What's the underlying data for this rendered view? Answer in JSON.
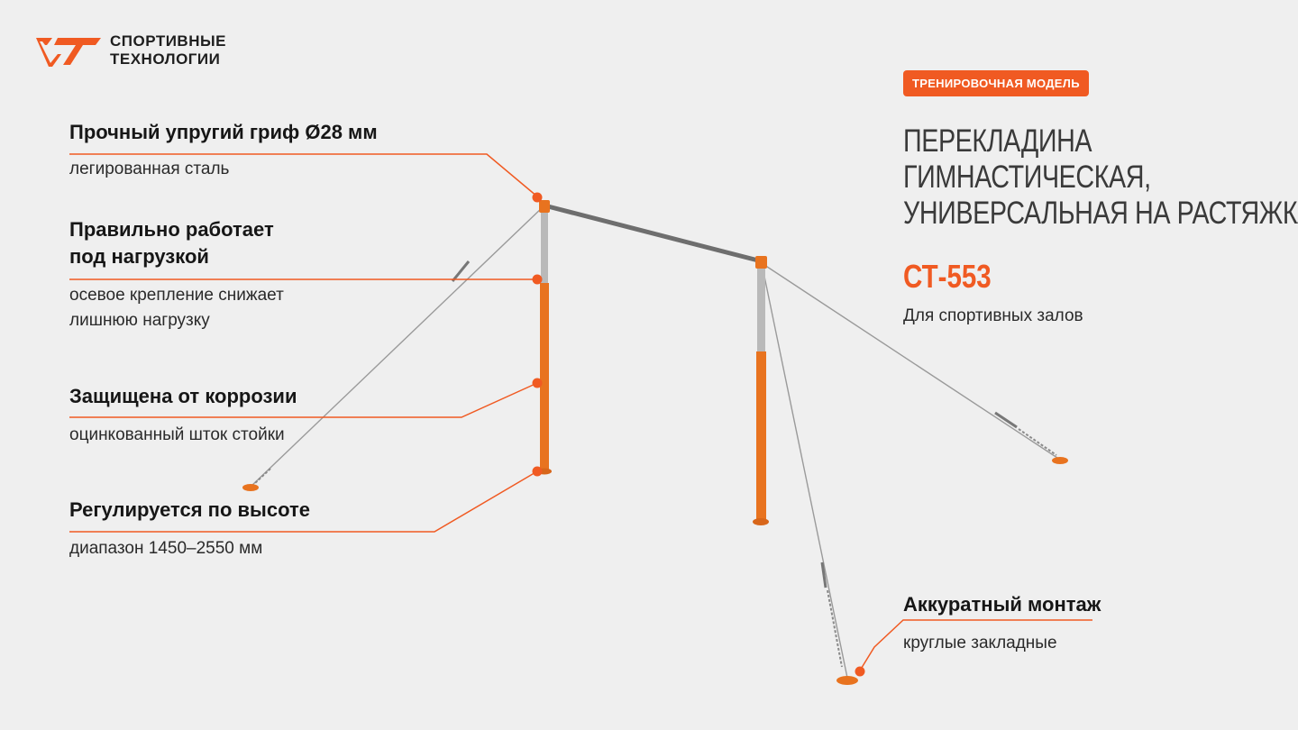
{
  "brand": {
    "line1": "СПОРТИВНЫЕ",
    "line2": "ТЕХНОЛОГИИ",
    "accent_color": "#f05a22",
    "logo_icon": "st-logo-icon"
  },
  "features": [
    {
      "title": "Прочный упругий гриф Ø28 мм",
      "desc_lines": [
        "легированная сталь"
      ]
    },
    {
      "title_lines": [
        "Правильно работает",
        "под нагрузкой"
      ],
      "desc_lines": [
        "осевое крепление снижает",
        "лишнюю нагрузку"
      ]
    },
    {
      "title": "Защищена от коррозии",
      "desc_lines": [
        "оцинкованный шток стойки"
      ]
    },
    {
      "title": "Регулируется по высоте",
      "desc_lines": [
        "диапазон 1450–2550 мм"
      ]
    }
  ],
  "product": {
    "badge": "ТРЕНИРОВОЧНАЯ МОДЕЛЬ",
    "title_lines": [
      "ПЕРЕКЛАДИНА",
      "ГИМНАСТИЧЕСКАЯ,",
      "УНИВЕРСАЛЬНАЯ НА РАСТЯЖКАХ"
    ],
    "code": "СТ-553",
    "subtitle": "Для спортивных залов"
  },
  "mounting": {
    "title": "Аккуратный монтаж",
    "desc": "круглые закладные"
  }
}
